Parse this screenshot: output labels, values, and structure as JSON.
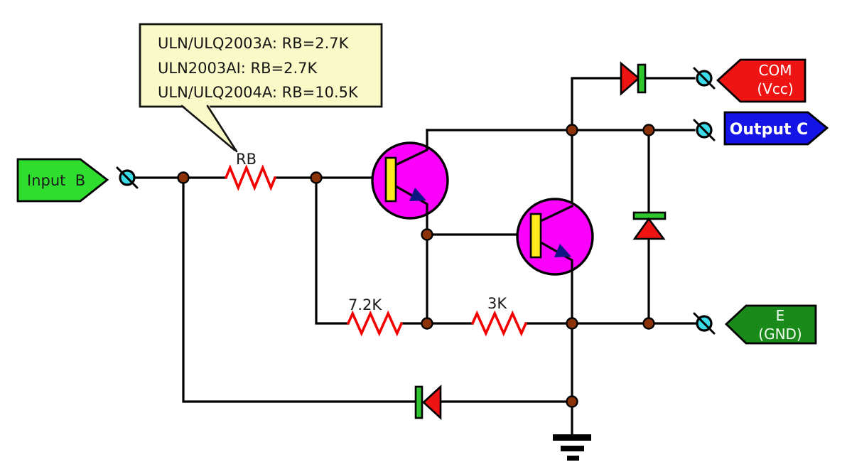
{
  "callout": {
    "lines": [
      "ULN/ULQ2003A: RB=2.7K",
      "ULN2003AI: RB=2.7K",
      "ULN/ULQ2004A: RB=10.5K"
    ]
  },
  "labels": {
    "rb": "RB",
    "r_7k2": "7.2K",
    "r_3k": "3K"
  },
  "flags": {
    "input": {
      "text": "Input  B",
      "fill": "#2edd2e",
      "text_color": "#111111"
    },
    "com": {
      "line1": "COM",
      "line2": "(Vcc)",
      "fill": "#ee1414",
      "text_color": "#ffffff"
    },
    "output": {
      "text": "Output C",
      "fill": "#1414e6",
      "text_color": "#ffffff"
    },
    "e": {
      "line1": "E",
      "line2": "(GND)",
      "fill": "#1a8a1a",
      "text_color": "#f2fff2"
    }
  },
  "colors": {
    "wire": "#000000",
    "resistor": "#f50000",
    "transistor_body": "#fb00fb",
    "transistor_base_bar": "#ffe81e",
    "emitter_arrow": "#101585",
    "diode_body": "#ee1414",
    "diode_cathode": "#2ec82e",
    "terminal_fill": "#3cdbe8",
    "junction_fill": "#8b3208",
    "callout_fill": "#fafac8",
    "background": "#ffffff"
  }
}
